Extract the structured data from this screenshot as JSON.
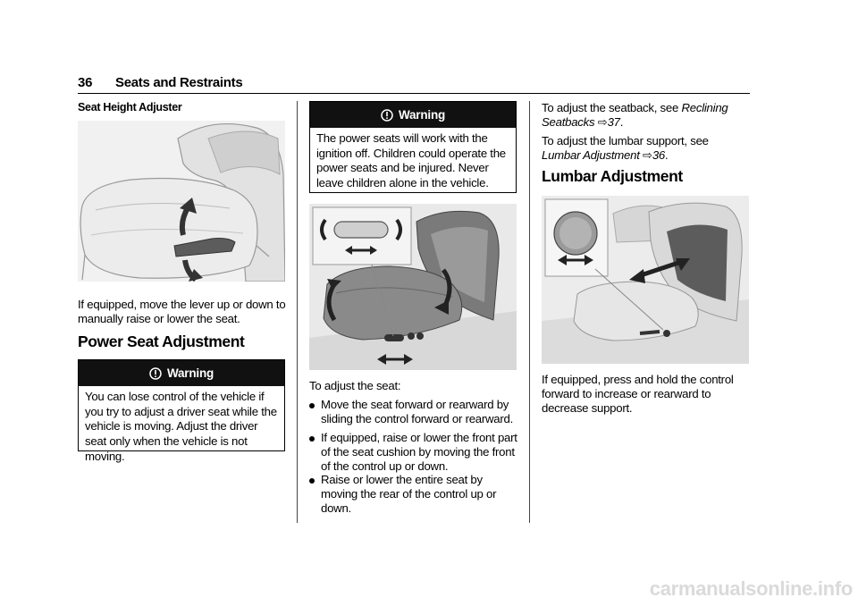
{
  "header": {
    "page_number": "36",
    "section": "Seats and Restraints"
  },
  "seat_height": {
    "heading": "Seat Height Adjuster",
    "body": "If equipped, move the lever up or down to manually raise or lower the seat."
  },
  "power_seat": {
    "heading": "Power Seat Adjustment",
    "warning1_title": "Warning",
    "warning1_text": "You can lose control of the vehicle if you try to adjust a driver seat while the vehicle is moving. Adjust the driver seat only when the vehicle is not moving.",
    "warning2_title": "Warning",
    "warning2_text": "The power seats will work with the ignition off. Children could operate the power seats and be injured. Never leave children alone in the vehicle.",
    "intro": "To adjust the seat:",
    "bullets": [
      "Move the seat forward or rearward by sliding the control forward or rearward.",
      "If equipped, raise or lower the front part of the seat cushion by moving the front of the control up or down.",
      "Raise or lower the entire seat by moving the rear of the control up or down."
    ]
  },
  "crossrefs": {
    "seatback_pre": "To adjust the seatback, see",
    "seatback_link": "Reclining Seatbacks",
    "seatback_page": "37",
    "lumbar_pre": "To adjust the lumbar support, see",
    "lumbar_link": "Lumbar Adjustment",
    "lumbar_page": "36"
  },
  "lumbar": {
    "heading": "Lumbar Adjustment",
    "body": "If equipped, press and hold the control forward to increase or rearward to decrease support."
  },
  "footer": {
    "watermark": "carmanualsonline.info"
  },
  "colors": {
    "figure_bg": "#f1f1f1",
    "seat_gray": "#d2d2d2",
    "highlight": "#5c5c5c"
  }
}
